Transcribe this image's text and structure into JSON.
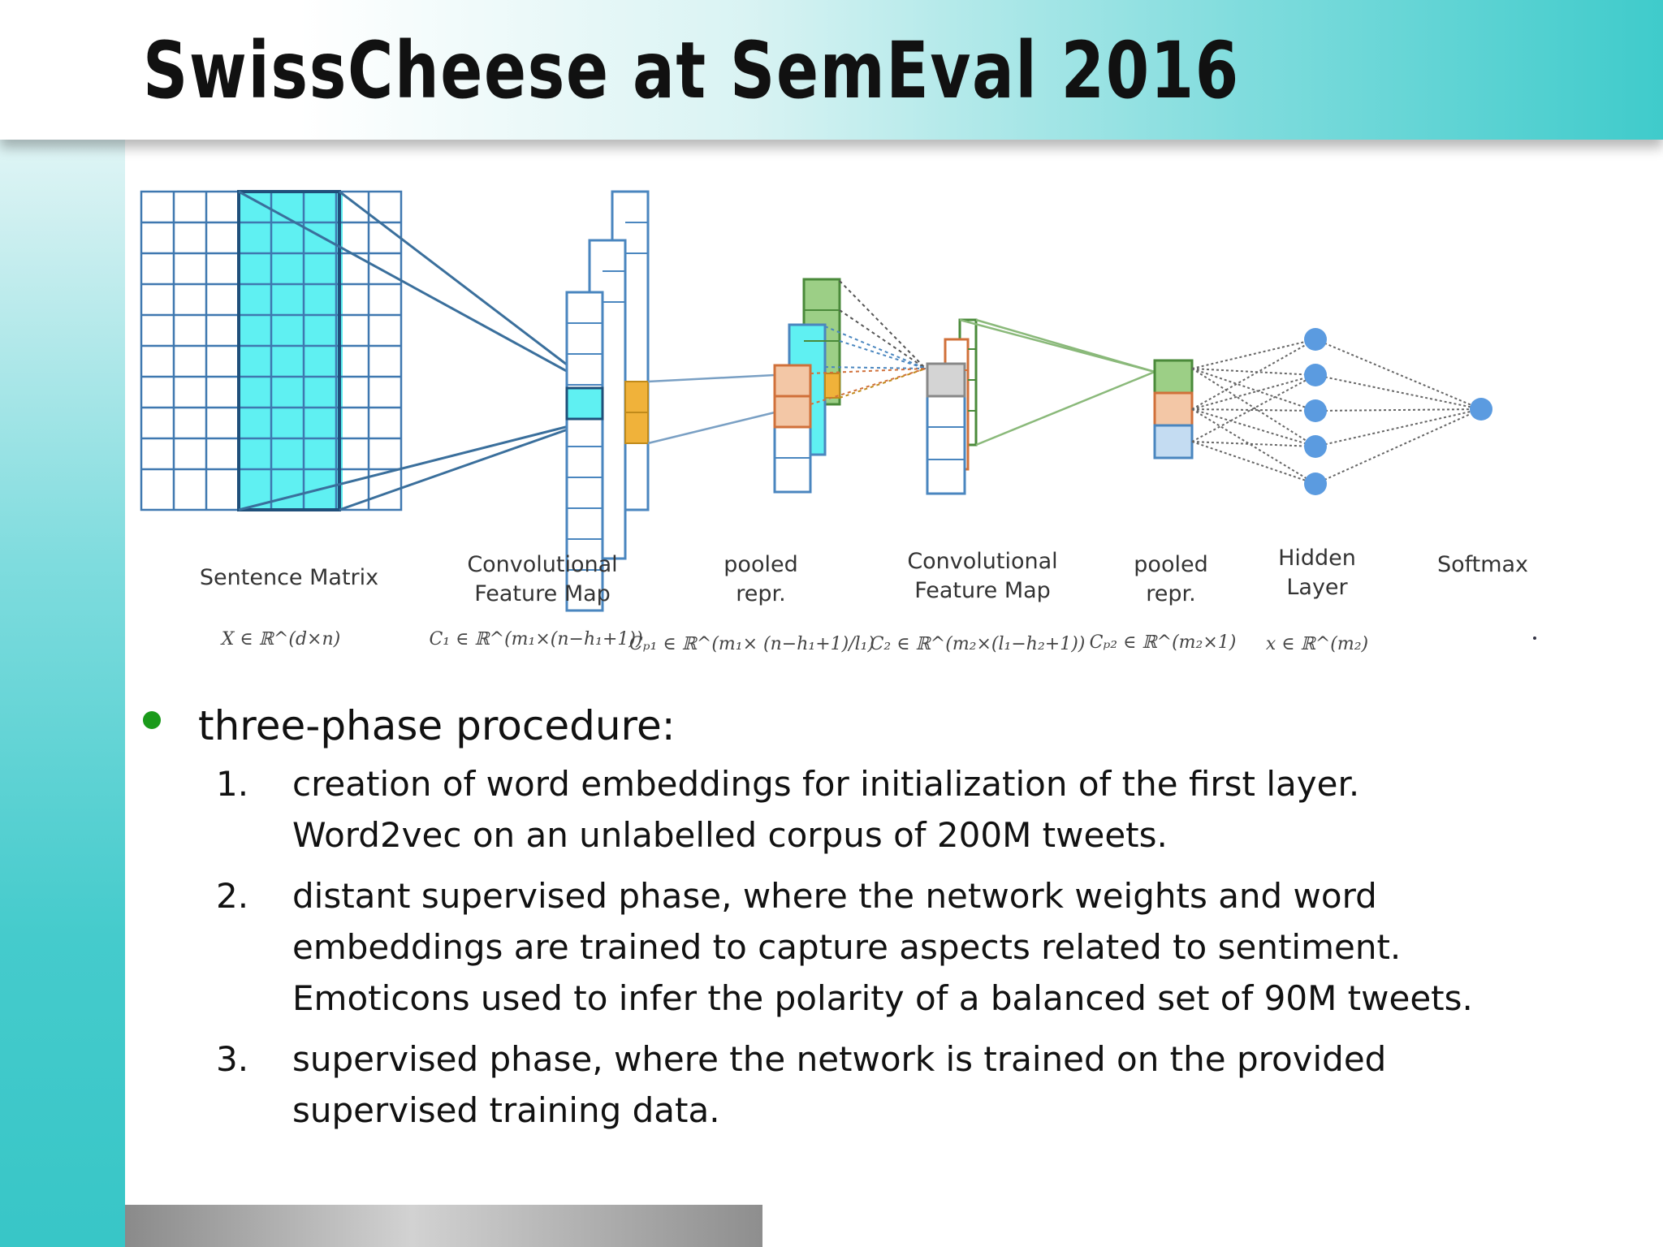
{
  "slide": {
    "title": "SwissCheese at SemEval 2016"
  },
  "diagram": {
    "stages": [
      {
        "label_lines": [
          "Sentence Matrix"
        ],
        "math": "X ∈ ℝ^(d×n)"
      },
      {
        "label_lines": [
          "Convolutional",
          "Feature Map"
        ],
        "math": "C₁ ∈ ℝ^(m₁×(n−h₁+1))"
      },
      {
        "label_lines": [
          "pooled",
          "repr."
        ],
        "math": "Cₚ₁ ∈ ℝ^(m₁× (n−h₁+1)/l₁)"
      },
      {
        "label_lines": [
          "Convolutional",
          "Feature Map"
        ],
        "math": "C₂ ∈ ℝ^(m₂×(l₁−h₂+1))"
      },
      {
        "label_lines": [
          "pooled",
          "repr."
        ],
        "math": "Cₚ₂ ∈ ℝ^(m₂×1)"
      },
      {
        "label_lines": [
          "Hidden",
          "Layer"
        ],
        "math": "x ∈ ℝ^(m₂)"
      },
      {
        "label_lines": [
          "Softmax"
        ],
        "math": ""
      }
    ],
    "colors": {
      "grid": "#3f78b0",
      "cyan": "#5ff0f2",
      "orange": "#f0b23a",
      "green": "#9ccf86",
      "peach": "#f3c7a6",
      "lightblue": "#c4dcf2",
      "gray": "#d4d4d4",
      "node": "#5b9be0"
    }
  },
  "bullets": {
    "main": "three-phase procedure:",
    "steps": [
      {
        "num": "1.",
        "lines": [
          "creation of word embeddings for initialization of the first layer.",
          "Word2vec on an unlabelled corpus of 200M tweets."
        ]
      },
      {
        "num": "2.",
        "lines": [
          "distant supervised phase, where the network weights and word",
          "embeddings are trained to capture aspects related to sentiment.",
          "Emoticons used to infer the polarity of a balanced set of 90M tweets."
        ]
      },
      {
        "num": "3.",
        "lines": [
          "supervised phase, where the network is trained on the provided",
          "supervised training data."
        ]
      }
    ]
  }
}
